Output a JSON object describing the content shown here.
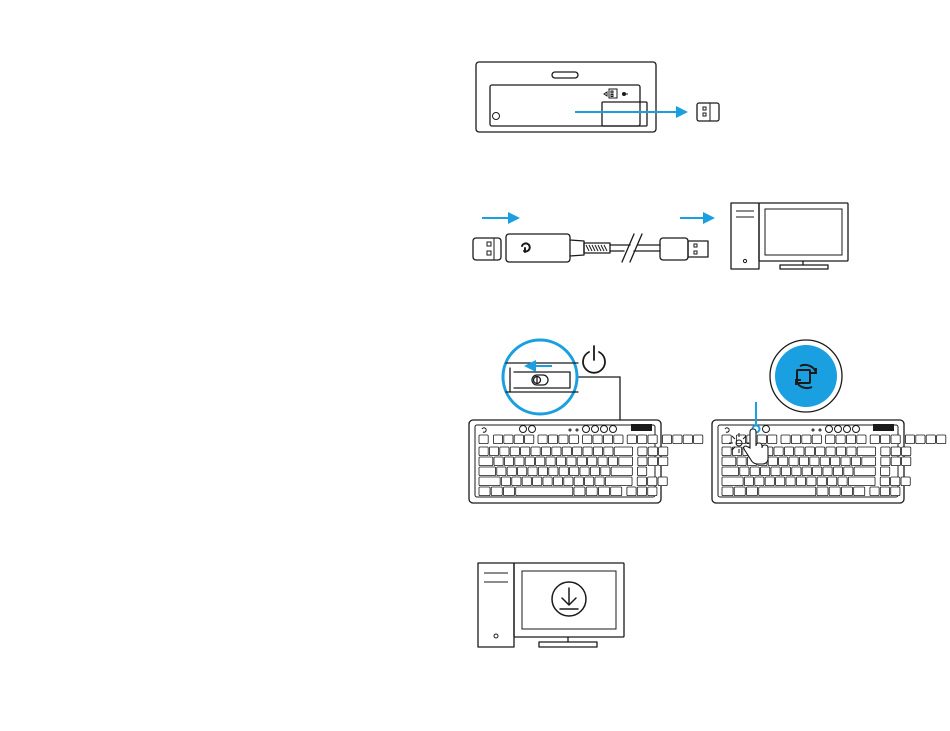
{
  "diagram": {
    "steps": [
      {
        "id": "remove-receiver"
      },
      {
        "id": "connect-receiver"
      },
      {
        "id": "power-and-connect"
      },
      {
        "id": "download-software"
      }
    ]
  },
  "colors": {
    "accent": "#1a9fe0",
    "ink": "#1a1a1a",
    "background": "#ffffff"
  },
  "icons": [
    "usb-receiver-icon",
    "usb-cable-icon",
    "computer-icon",
    "power-icon",
    "connect-button-icon",
    "keyboard-icon",
    "download-icon"
  ]
}
